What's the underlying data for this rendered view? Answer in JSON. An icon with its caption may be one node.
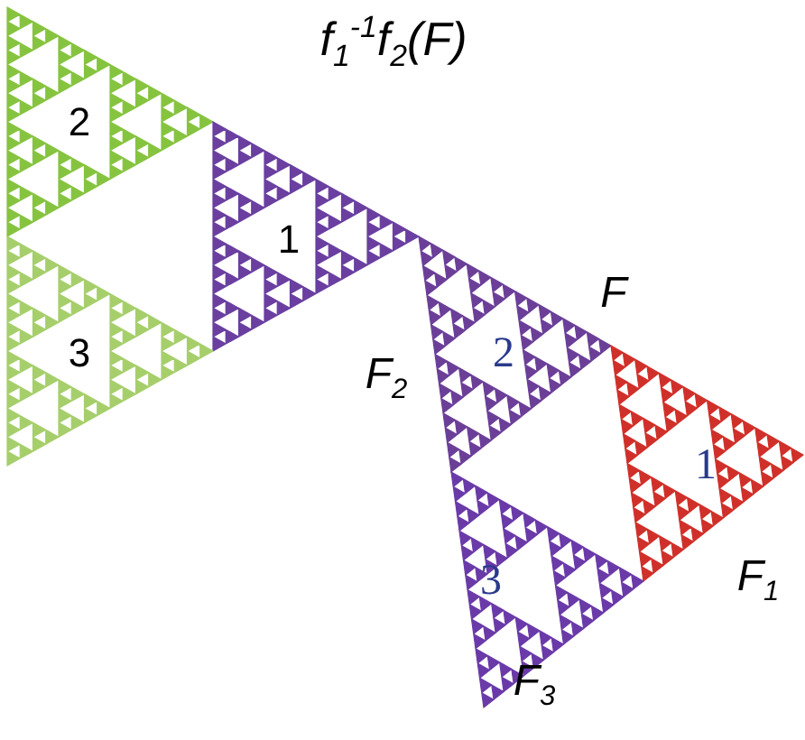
{
  "diagram": {
    "labels": [
      "f$_{1}$$^{-1}$f$_{2}$(F)",
      "2",
      "1",
      "3",
      "F",
      "F$_{2}$",
      "2",
      "1",
      "3",
      "F$_{1}$",
      "F$_{3}$"
    ]
  }
}
